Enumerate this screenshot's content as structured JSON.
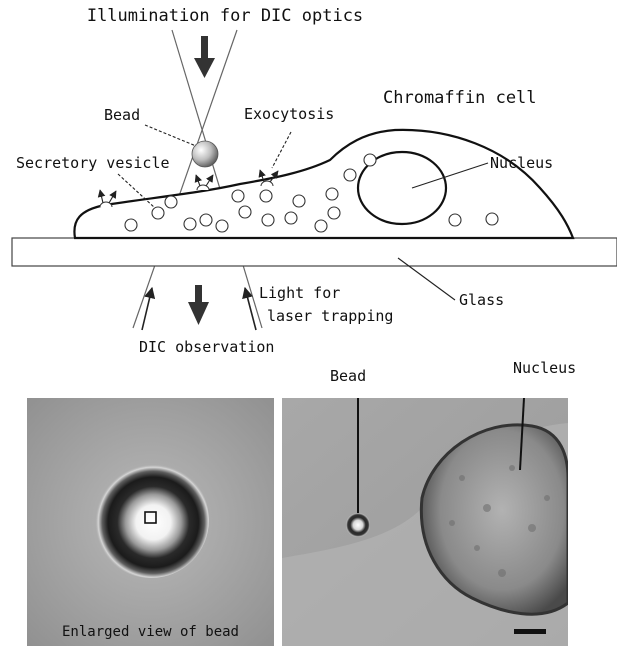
{
  "diagram": {
    "labels": {
      "illumination": "Illumination for DIC optics",
      "chromaffin_cell": "Chromaffin cell",
      "bead": "Bead",
      "exocytosis": "Exocytosis",
      "secretory_vesicle": "Secretory vesicle",
      "nucleus": "Nucleus",
      "glass": "Glass",
      "light_for": "Light for",
      "laser_trapping": "laser trapping",
      "dic_observation": "DIC observation"
    }
  },
  "photos": {
    "left_caption": "Enlarged view of bead",
    "right_bead_label": "Bead",
    "right_nucleus_label": "Nucleus"
  }
}
